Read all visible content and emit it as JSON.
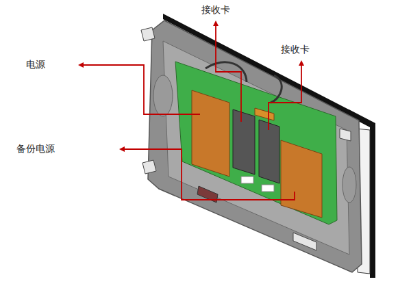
{
  "diagram": {
    "labels": [
      "接收卡",
      "接收卡",
      "电源",
      "备份电源"
    ]
  }
}
